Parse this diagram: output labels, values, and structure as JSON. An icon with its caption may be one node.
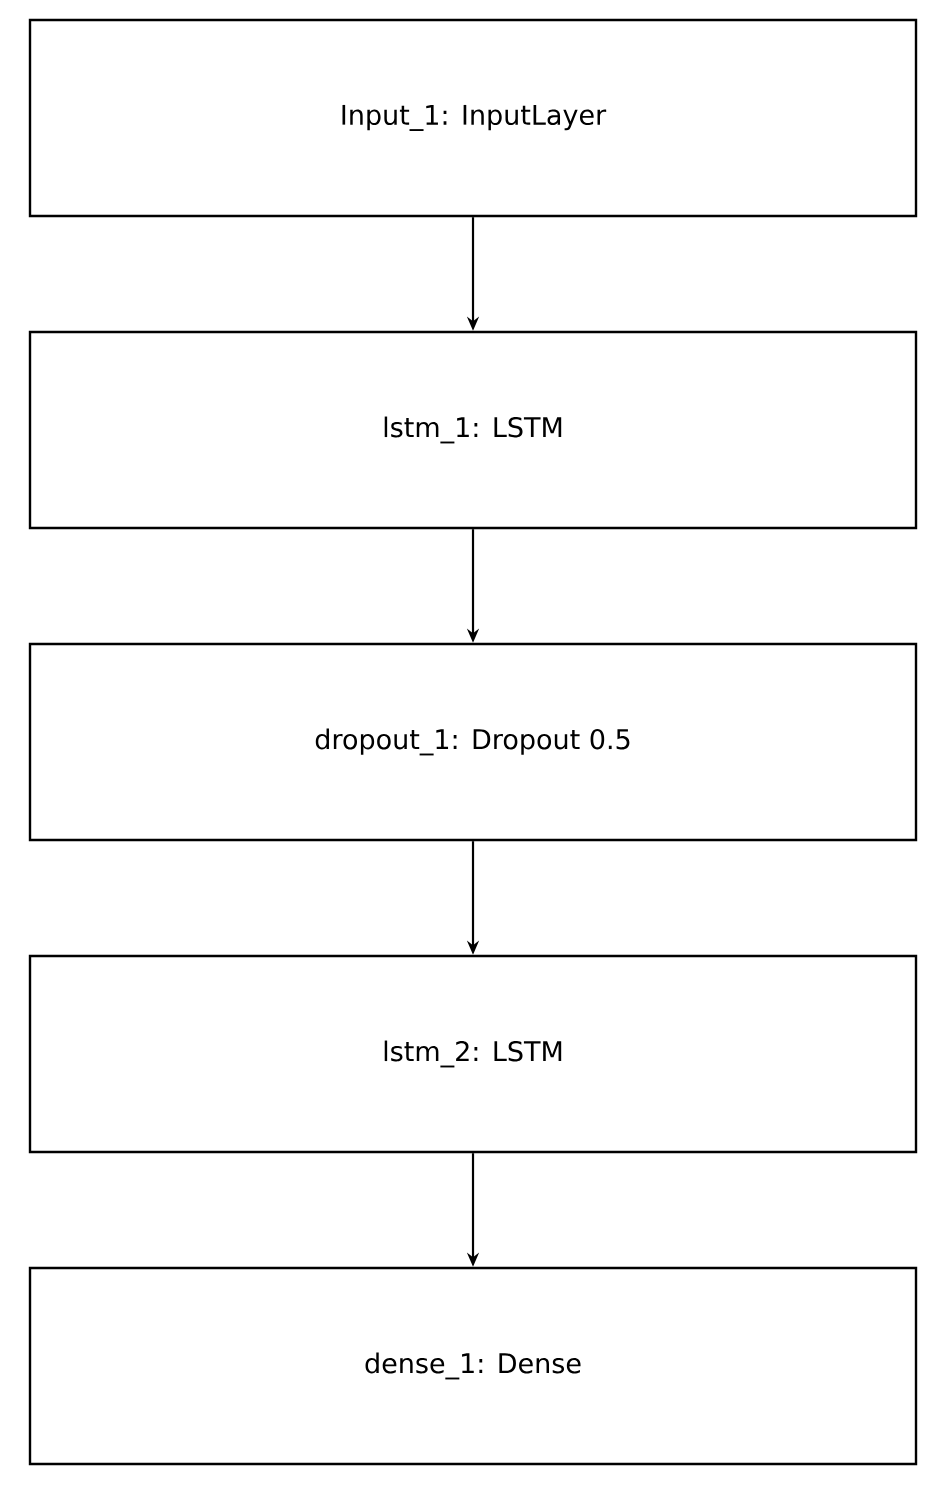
{
  "diagram": {
    "nodes": [
      {
        "text": [
          "Input_1: InputLayer"
        ]
      },
      {
        "text": [
          "lstm_1: LSTM"
        ]
      },
      {
        "text": [
          "dropout_1: Dropout 0.5"
        ]
      },
      {
        "text": [
          "lstm_2: LSTM"
        ]
      },
      {
        "text": [
          "dense_1: Dense"
        ]
      }
    ],
    "edges": [
      {
        "from": 0,
        "to": 1,
        "arrow": "to"
      },
      {
        "from": 1,
        "to": 2,
        "arrow": "to"
      },
      {
        "from": 2,
        "to": 3,
        "arrow": "to"
      },
      {
        "from": 3,
        "to": 4,
        "arrow": "to"
      }
    ]
  }
}
